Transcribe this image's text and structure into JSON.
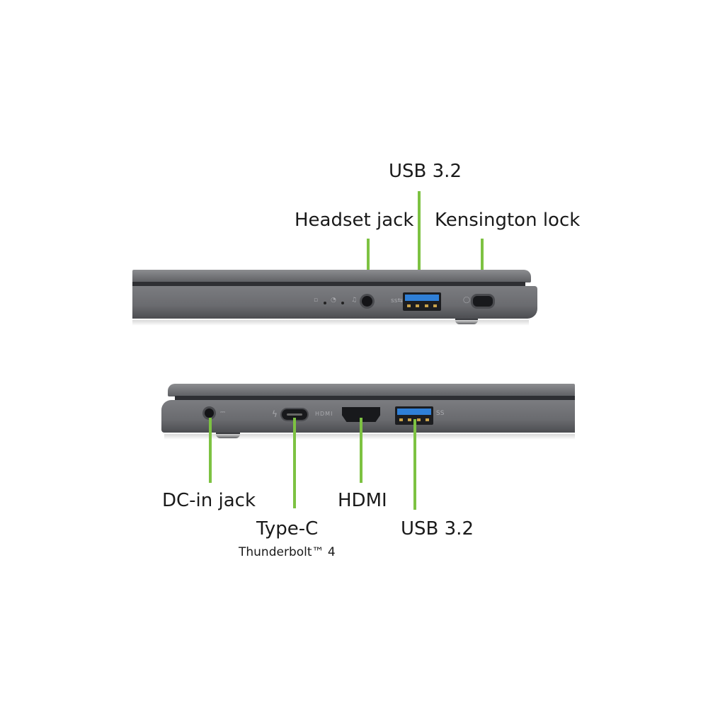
{
  "colors": {
    "leader_line": "#7dc242",
    "chassis": "#6e6f73",
    "usb_blue": "#2f7fd6",
    "background": "#ffffff"
  },
  "right_side_view": {
    "labels": {
      "usb": "USB 3.2",
      "headset": "Headset jack",
      "kensington": "Kensington lock"
    },
    "port_icons": [
      "led-indicator",
      "battery-indicator",
      "headset-icon",
      "usb-ss-icon",
      "lock-icon"
    ]
  },
  "left_side_view": {
    "labels": {
      "dc_in": "DC-in jack",
      "typec": "Type-C",
      "typec_sub": "Thunderbolt™ 4",
      "hdmi": "HDMI",
      "usb": "USB 3.2"
    },
    "port_markings": {
      "hdmi_text": "HDMI",
      "usb_text": "SS"
    }
  }
}
